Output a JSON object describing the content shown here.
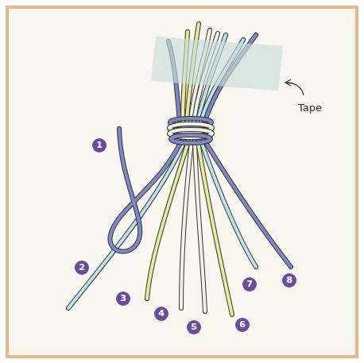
{
  "diagram": {
    "labels": [
      "Tape",
      "1",
      "2",
      "3",
      "4",
      "5",
      "6",
      "7",
      "8"
    ]
  }
}
